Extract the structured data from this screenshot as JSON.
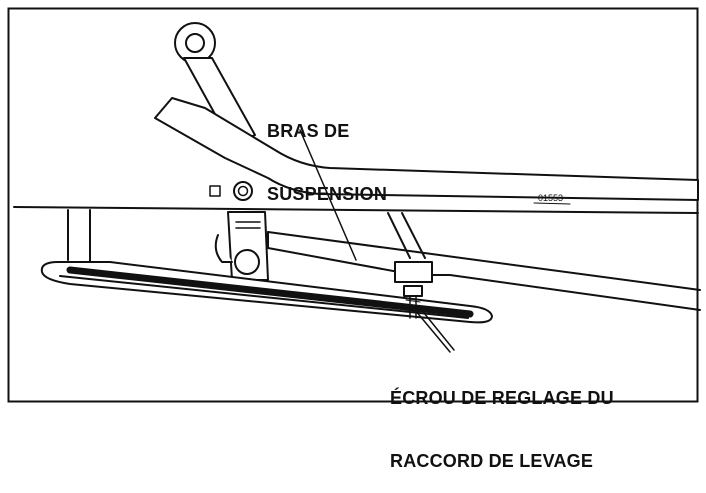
{
  "diagram": {
    "part_number": "01553",
    "labels": {
      "suspension_arm": [
        "BRAS DE",
        "SUSPENSION"
      ],
      "lift_link_adjusting_nut": [
        "ÉCROU DE REGLAGE DU",
        "RACCORD DE LEVAGE"
      ]
    }
  }
}
